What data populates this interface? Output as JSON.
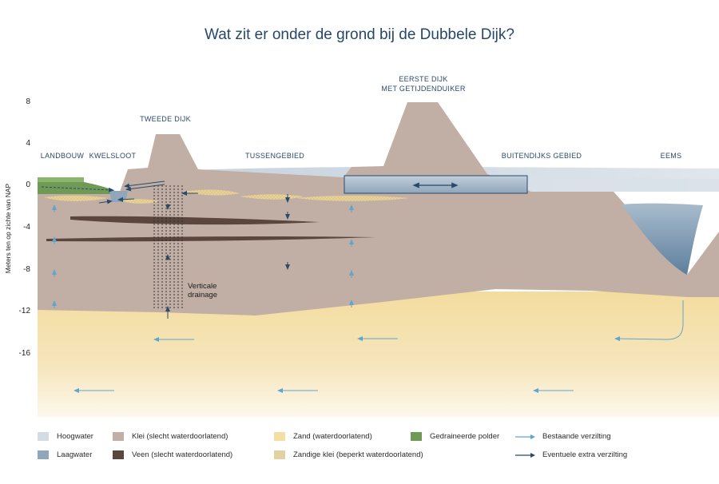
{
  "title": "Wat zit er onder de grond bij de Dubbele Dijk?",
  "y_axis": {
    "label": "Meters ten op zichte van NAP",
    "ticks": [
      "8",
      "4",
      "0",
      "-4",
      "-8",
      "-12",
      "-16"
    ]
  },
  "regions": {
    "landbouw": "LANDBOUW",
    "kwelsloot": "KWELSLOOT",
    "tweede_dijk": "TWEEDE DIJK",
    "tussengebied": "TUSSENGEBIED",
    "eerste_dijk_line1": "EERSTE DIJK",
    "eerste_dijk_line2": "MET GETIJDENDUIKER",
    "buitendijks": "BUITENDIJKS GEBIED",
    "eems": "EEMS"
  },
  "annotation": {
    "line1": "Verticale",
    "line2": "drainage"
  },
  "colors": {
    "hoogwater": "#d3dbe3",
    "laagwater": "#8fa6bb",
    "klei": "#c1aea4",
    "veen": "#5b463d",
    "zand": "#f4dea3",
    "zandige_klei": "#e3d2a1",
    "polder": "#6f9a55",
    "bestaande_verzilting": "#5fa6cc",
    "extra_verzilting": "#2a4a6a"
  },
  "legend": {
    "hoogwater": "Hoogwater",
    "laagwater": "Laagwater",
    "klei": "Klei (slecht waterdoorlatend)",
    "veen": "Veen (slecht waterdoorlatend)",
    "zand": "Zand (waterdoorlatend)",
    "zandige_klei": "Zandige klei (beperkt waterdoorlatend)",
    "polder": "Gedraineerde polder",
    "bestaande": "Bestaande verzilting",
    "extra": "Eventuele extra verzilting"
  }
}
